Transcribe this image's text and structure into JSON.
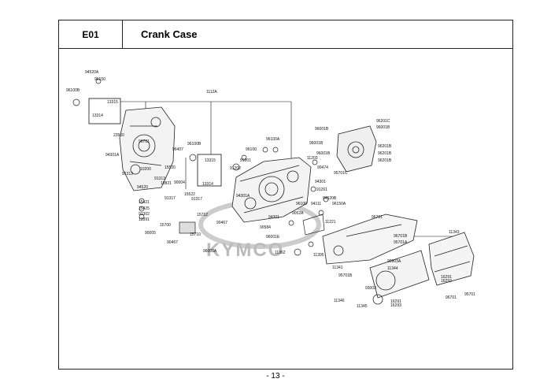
{
  "header": {
    "section_code": "E01",
    "title": "Crank Case"
  },
  "watermark": "KYMCO",
  "footer": {
    "page": "- 13 -"
  },
  "part_labels": [
    "94520A",
    "96150",
    "96100B",
    "13315",
    "13314",
    "1112A",
    "23560",
    "94301A",
    "96701",
    "96407",
    "96100B",
    "96201C",
    "96001B",
    "96001B",
    "96201B",
    "96001B",
    "96201B",
    "96201B",
    "96001B",
    "96100",
    "96100A",
    "91001",
    "91202",
    "11203",
    "90474",
    "95701C",
    "13315",
    "13314",
    "94301",
    "91261",
    "15520",
    "90004",
    "91313",
    "10200",
    "91313",
    "10821",
    "94520",
    "91317",
    "15522",
    "91317",
    "15421",
    "15425",
    "91302",
    "13391",
    "15712",
    "90467",
    "94301A",
    "94301",
    "9052A",
    "94111",
    "94520B",
    "96150A",
    "96100",
    "90584",
    "96001E",
    "11221",
    "96701",
    "15700",
    "90005",
    "15710",
    "90467",
    "96001A",
    "96701B",
    "95701A",
    "11343",
    "11395",
    "11362",
    "90903A",
    "11344",
    "11341",
    "95701B",
    "16291",
    "16293",
    "93003",
    "16291",
    "16293",
    "95701",
    "11346",
    "11345",
    "96701"
  ]
}
